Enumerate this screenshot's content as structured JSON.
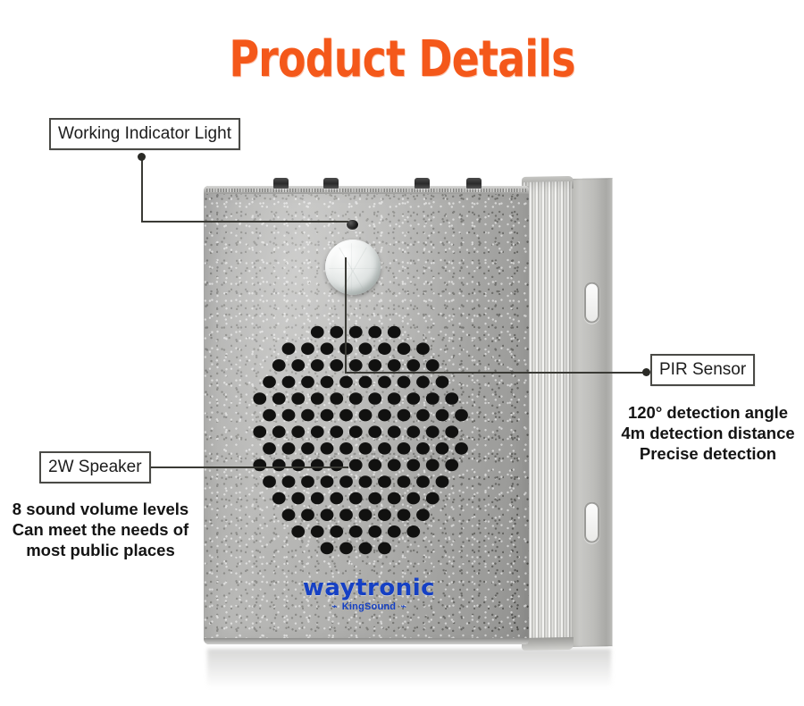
{
  "page": {
    "title": "Product Details",
    "title_color": "#f4581a",
    "background_color": "#ffffff"
  },
  "callouts": [
    {
      "id": "working-indicator-light",
      "label": "Working Indicator Light",
      "details": []
    },
    {
      "id": "pir-sensor",
      "label": "PIR Sensor",
      "details": [
        "120° detection angle",
        "4m detection distance",
        "Precise detection"
      ]
    },
    {
      "id": "2w-speaker",
      "label": "2W Speaker",
      "details": [
        "8 sound volume levels",
        "Can meet the needs of",
        "most public places"
      ]
    }
  ],
  "product": {
    "brand": "waytronic",
    "brand_color": "#1540c4",
    "tagline": "KingSound",
    "wave_mark_left": "⌁",
    "wave_mark_right": "⌁",
    "body_color": "#b2b2b0",
    "parts": {
      "indicator_led": "indicator-led",
      "pir_dome": "pir-sensor-dome",
      "speaker_grille": "speaker-grille",
      "heat_sink": "heat-sink-fins",
      "mounting_bracket": "mounting-bracket",
      "top_buttons_count": 4,
      "bracket_slots_count": 2
    }
  }
}
